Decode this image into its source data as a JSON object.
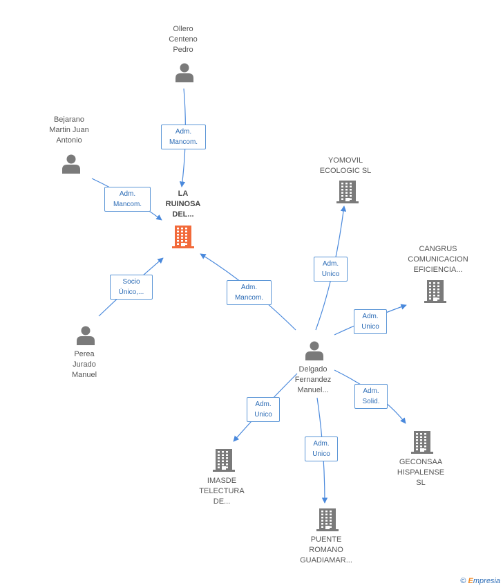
{
  "diagram": {
    "nodes": [
      {
        "id": "ruinosa",
        "label": [
          "LA",
          "RUINOSA",
          "DEL..."
        ],
        "kind": "company",
        "highlight": true
      },
      {
        "id": "ollero",
        "label": [
          "Ollero",
          "Centeno",
          "Pedro"
        ],
        "kind": "person"
      },
      {
        "id": "bejarano",
        "label": [
          "Bejarano",
          "Martin Juan",
          "Antonio"
        ],
        "kind": "person"
      },
      {
        "id": "perea",
        "label": [
          "Perea",
          "Jurado",
          "Manuel"
        ],
        "kind": "person"
      },
      {
        "id": "delgado",
        "label": [
          "Delgado",
          "Fernandez",
          "Manuel..."
        ],
        "kind": "person"
      },
      {
        "id": "yomovil",
        "label": [
          "YOMOVIL",
          "ECOLOGIC SL"
        ],
        "kind": "company"
      },
      {
        "id": "cangrus",
        "label": [
          "CANGRUS",
          "COMUNICACION",
          "EFICIENCIA..."
        ],
        "kind": "company"
      },
      {
        "id": "geconsaa",
        "label": [
          "GECONSAA",
          "HISPALENSE",
          "SL"
        ],
        "kind": "company"
      },
      {
        "id": "puente",
        "label": [
          "PUENTE",
          "ROMANO",
          "GUADIAMAR..."
        ],
        "kind": "company"
      },
      {
        "id": "imasde",
        "label": [
          "IMASDE",
          "TELECTURA",
          "DE..."
        ],
        "kind": "company"
      }
    ],
    "edges": [
      {
        "from": "ollero",
        "to": "ruinosa",
        "label": [
          "Adm.",
          "Mancom."
        ]
      },
      {
        "from": "bejarano",
        "to": "ruinosa",
        "label": [
          "Adm.",
          "Mancom."
        ]
      },
      {
        "from": "perea",
        "to": "ruinosa",
        "label": [
          "Socio",
          "Único,..."
        ]
      },
      {
        "from": "delgado",
        "to": "ruinosa",
        "label": [
          "Adm.",
          "Mancom."
        ]
      },
      {
        "from": "delgado",
        "to": "yomovil",
        "label": [
          "Adm.",
          "Unico"
        ]
      },
      {
        "from": "delgado",
        "to": "cangrus",
        "label": [
          "Adm.",
          "Unico"
        ]
      },
      {
        "from": "delgado",
        "to": "geconsaa",
        "label": [
          "Adm.",
          "Solid."
        ]
      },
      {
        "from": "delgado",
        "to": "puente",
        "label": [
          "Adm.",
          "Unico"
        ]
      },
      {
        "from": "delgado",
        "to": "imasde",
        "label": [
          "Adm.",
          "Unico"
        ]
      }
    ]
  },
  "footer": {
    "copyright_symbol": "©",
    "brand_initial": "E",
    "brand_rest": "mpresia"
  },
  "colors": {
    "edge": "#4a89dc",
    "person": "#7a7a7a",
    "company": "#7a7a7a",
    "highlight": "#f26a3a"
  }
}
